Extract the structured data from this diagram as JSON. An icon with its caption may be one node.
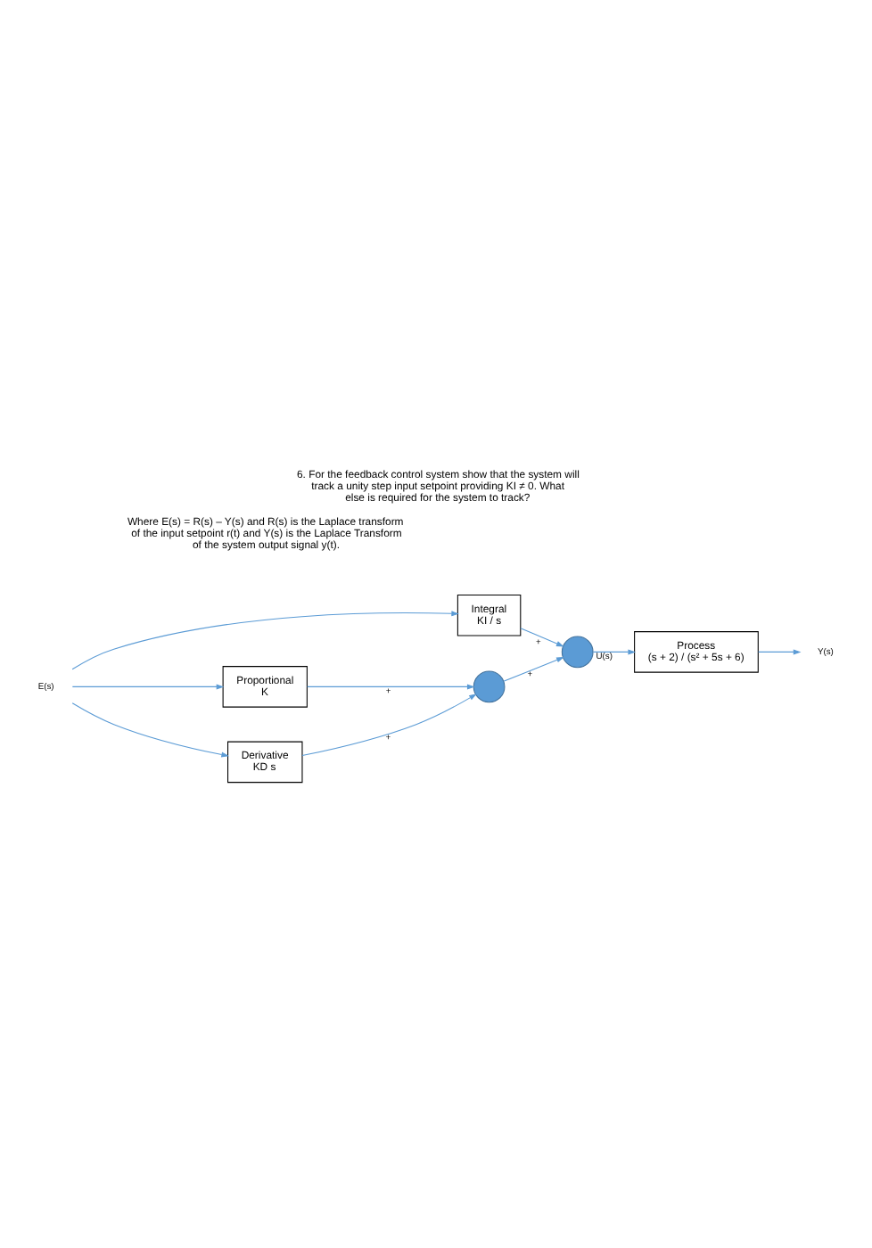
{
  "diagram": {
    "title": "6. For the feedback control system show that the system will track a unity step input setpoint providing KI ≠ 0. What else is required for the system to track?",
    "caption": "Where E(s) = R(s) – Y(s) and R(s) is the Laplace transform of the input setpoint r(t) and Y(s) is the Laplace Transform of the system output signal y(t).",
    "nodes": [
      {
        "text": [
          "E(s)"
        ]
      },
      {
        "text": [
          "Integral",
          "KI / s"
        ]
      },
      {
        "text": [],
        "shape": "circle"
      },
      {
        "text": [
          "Process",
          "(s + 2) / (s² + 5s + 6)"
        ]
      },
      {
        "text": [
          "Y(s)"
        ]
      },
      {
        "text": [
          "Proportional",
          "K"
        ]
      },
      {
        "text": [],
        "shape": "circle"
      },
      {
        "text": [
          "Derivative",
          "KD s"
        ]
      }
    ],
    "edges": [
      {
        "from": 0,
        "to": 1,
        "arrow": "to"
      },
      {
        "from": 0,
        "to": 5,
        "arrow": "to"
      },
      {
        "from": 0,
        "to": 7,
        "arrow": "to"
      },
      {
        "from": 1,
        "to": 2,
        "arrow": "to",
        "label": "+"
      },
      {
        "from": 2,
        "to": 3,
        "arrow": "to",
        "label": "U(s)"
      },
      {
        "from": 3,
        "to": 4,
        "arrow": "to"
      },
      {
        "from": 5,
        "to": 6,
        "arrow": "to",
        "label": "+"
      },
      {
        "from": 7,
        "to": 6,
        "arrow": "to",
        "label": "+"
      },
      {
        "from": 6,
        "to": 2,
        "arrow": "to",
        "label": "+"
      }
    ]
  }
}
